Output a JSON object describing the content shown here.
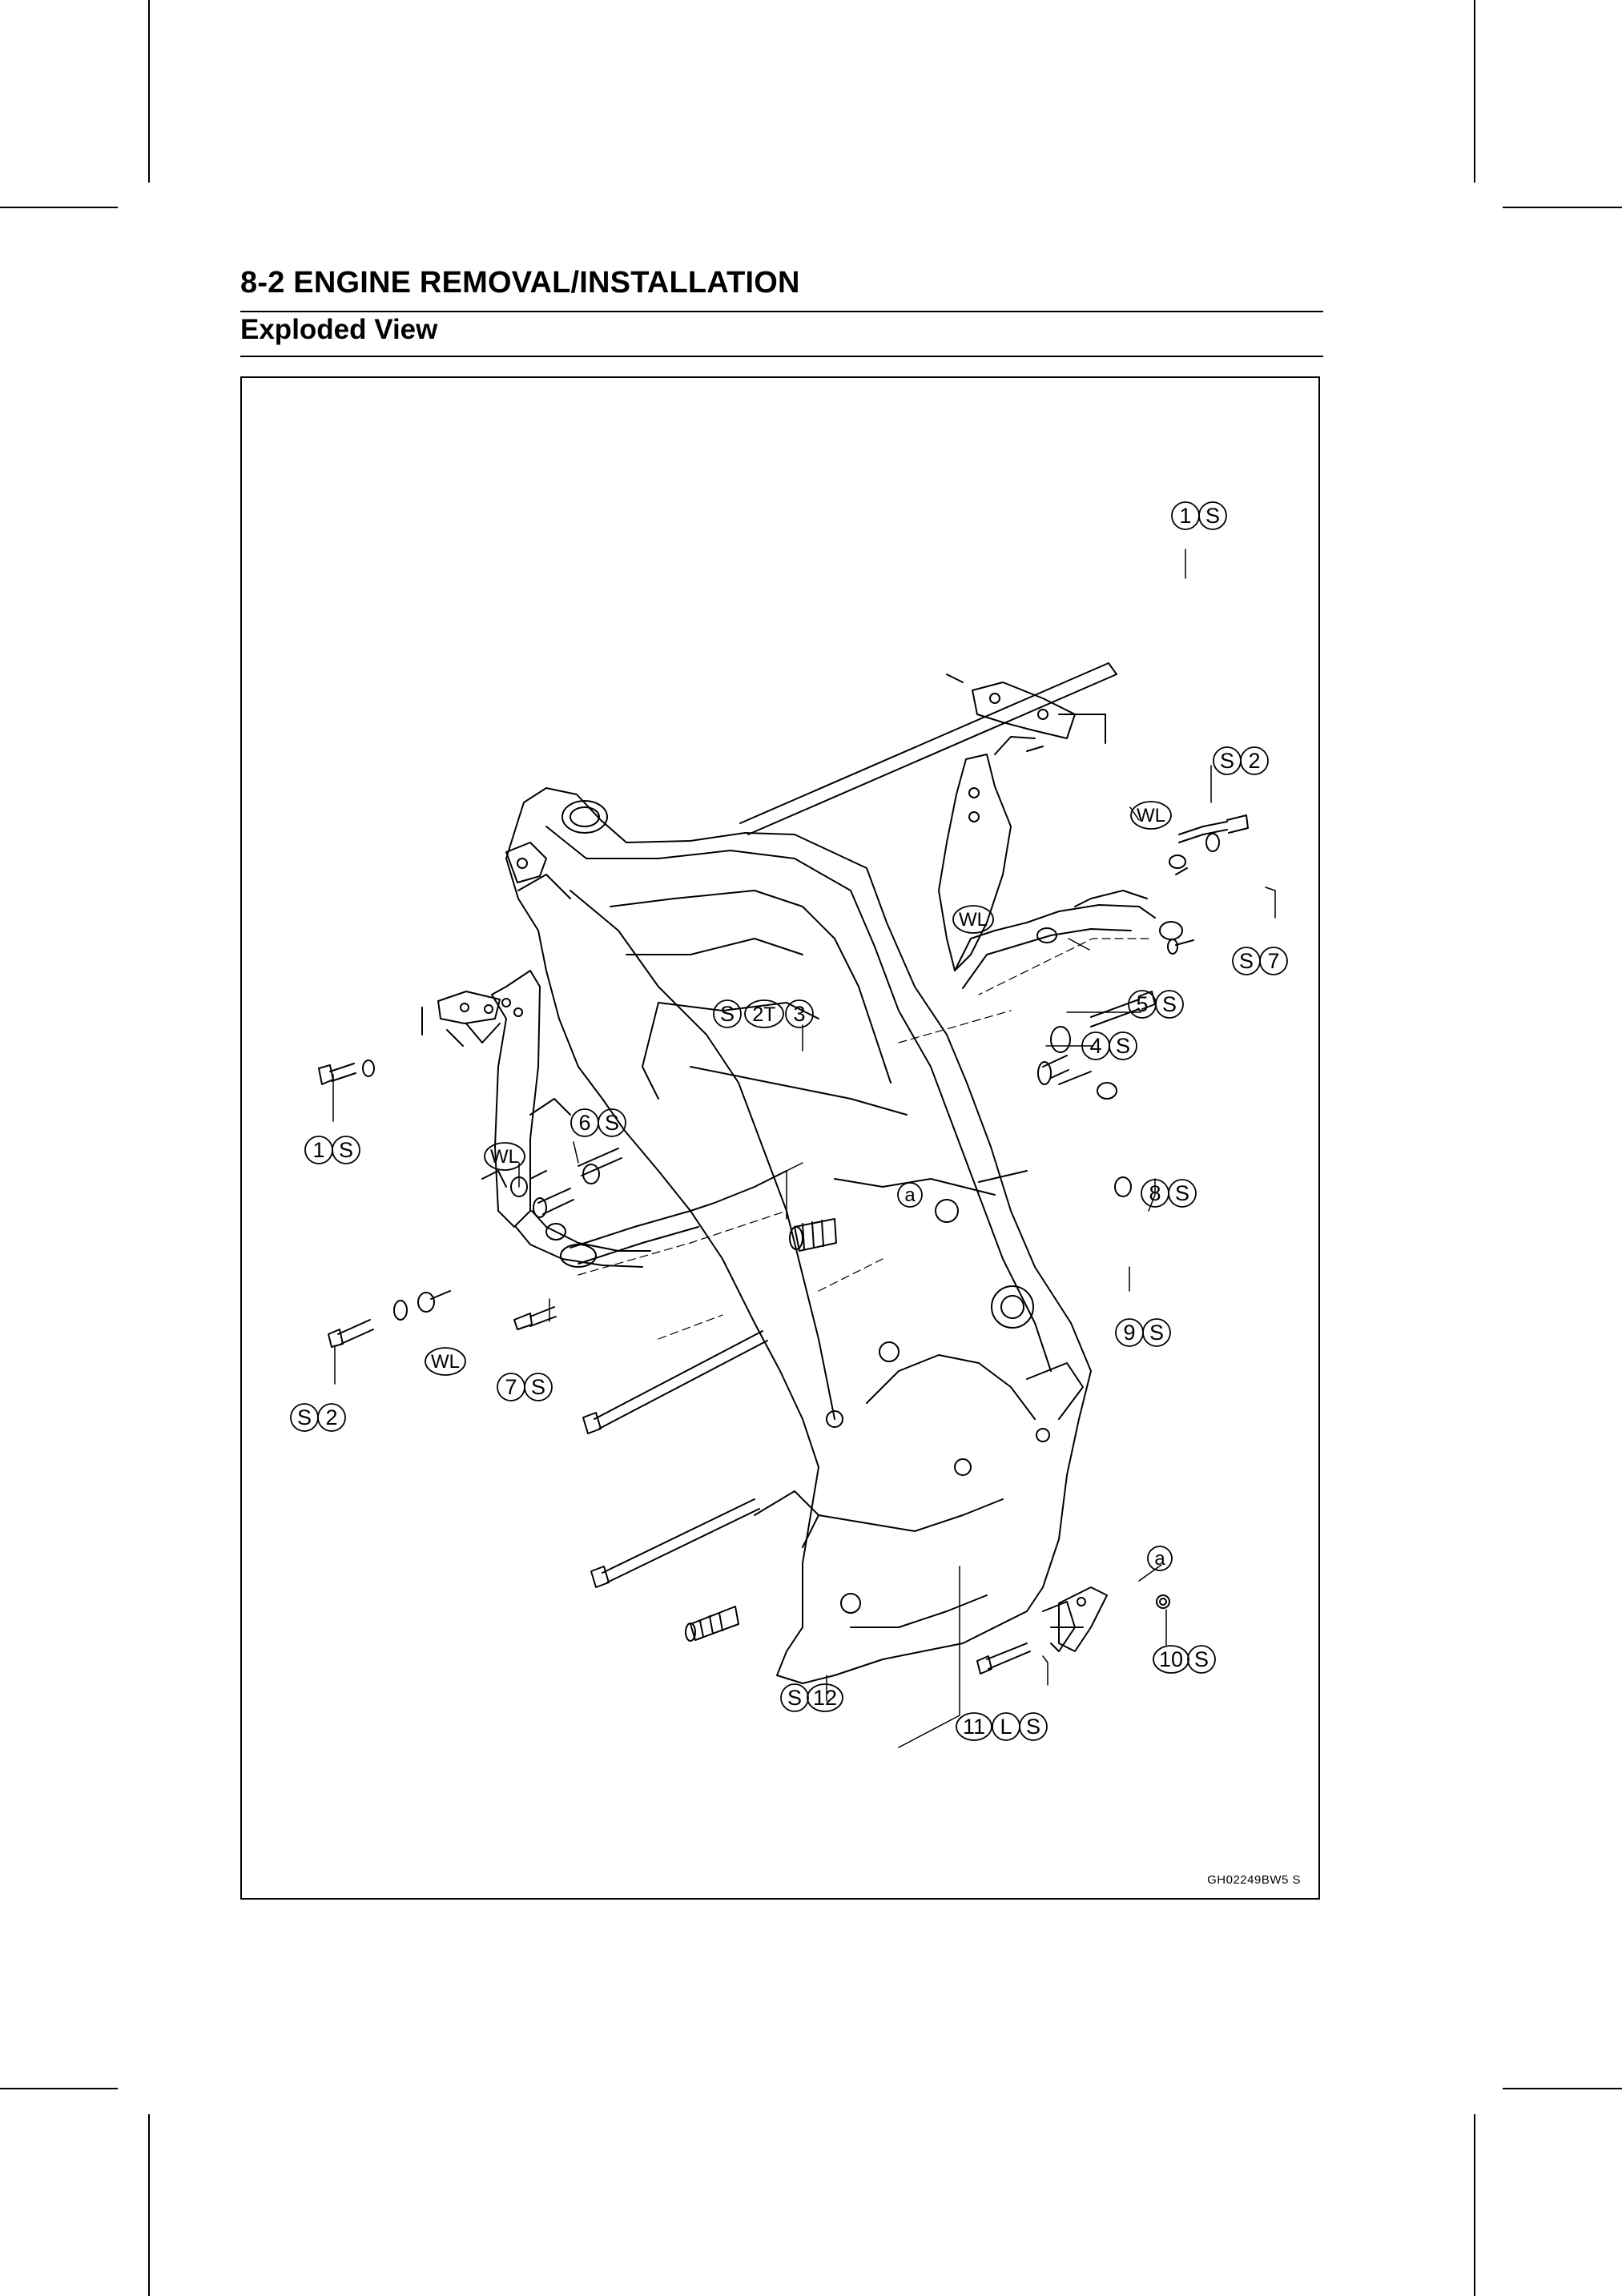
{
  "header": {
    "section_title": "8-2 ENGINE REMOVAL/INSTALLATION",
    "subtitle": "Exploded View"
  },
  "figure": {
    "code": "GH02249BW5  S",
    "callouts": {
      "c1_top": [
        "1",
        "S"
      ],
      "c1_left": [
        "1",
        "S"
      ],
      "c2_right": [
        "S",
        "2"
      ],
      "c2_left": [
        "S",
        "2"
      ],
      "c3": [
        "S",
        "2T",
        "3"
      ],
      "c4": [
        "4",
        "S"
      ],
      "c5": [
        "5",
        "S"
      ],
      "c6": [
        "6",
        "S"
      ],
      "c7_right": [
        "S",
        "7"
      ],
      "c7_left": [
        "7",
        "S"
      ],
      "c8": [
        "8",
        "S"
      ],
      "c9": [
        "9",
        "S"
      ],
      "c10": [
        "10",
        "S"
      ],
      "c11": [
        "11",
        "L",
        "S"
      ],
      "c12": [
        "S",
        "12"
      ],
      "wl_top": "WL",
      "wl_mid": "WL",
      "wl_left": "WL",
      "wl_bottom": "WL",
      "a_mid": "a",
      "a_bottom": "a"
    }
  }
}
